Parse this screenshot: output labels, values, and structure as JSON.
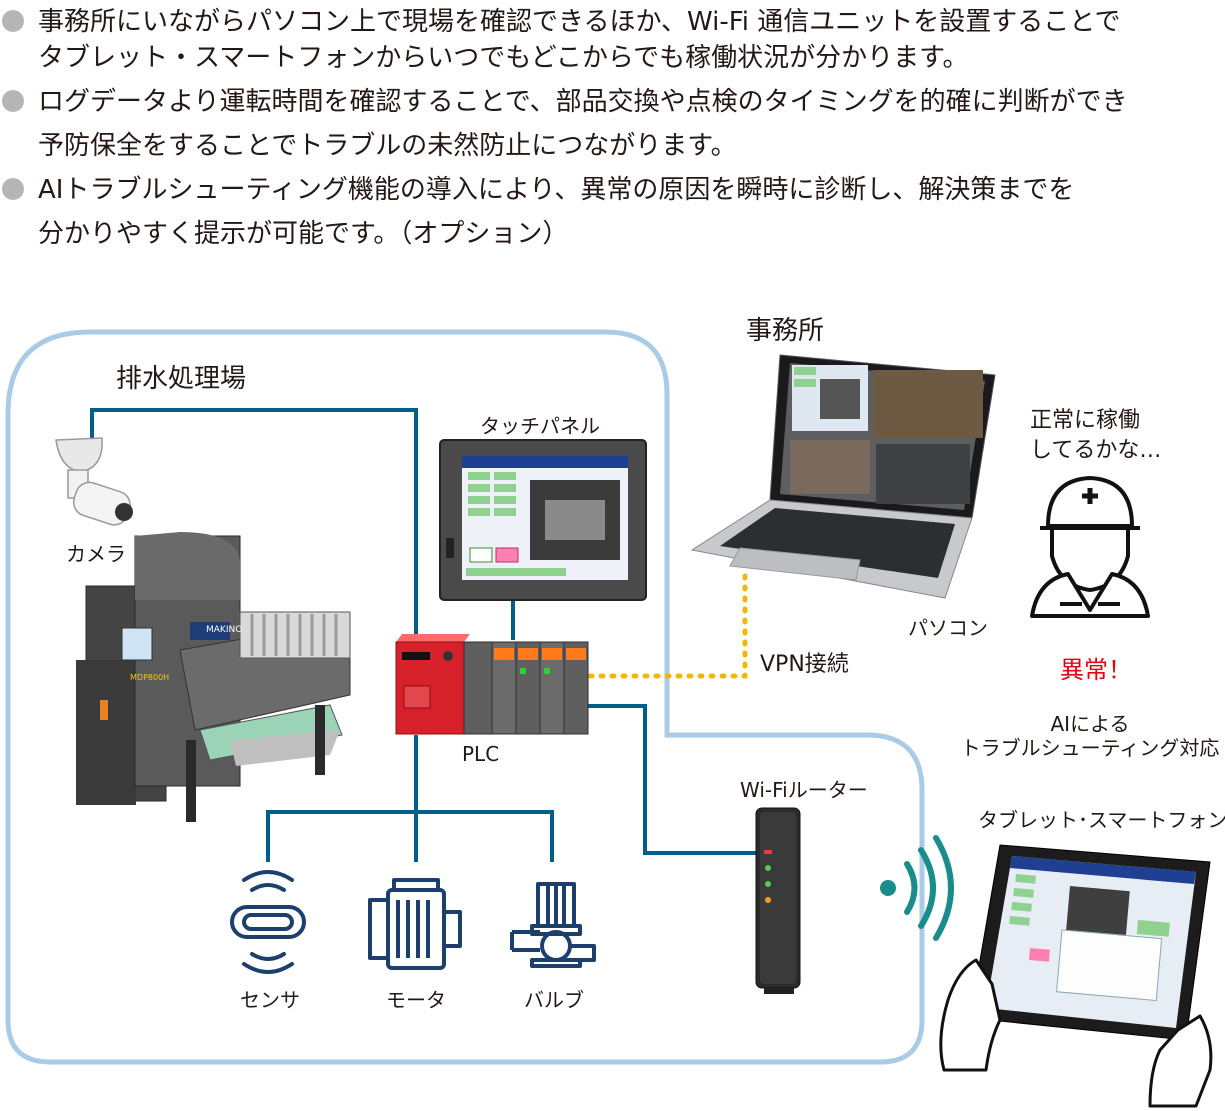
{
  "bullets": [
    {
      "line1": "事務所にいながらパソコン上で現場を確認できるほか、Wi-Fi 通信ユニットを設置することで",
      "line2": "タブレット・スマートフォンからいつでもどこからでも稼働状況が分かります。"
    },
    {
      "line1": "ログデータより運転時間を確認することで、部品交換や点検のタイミングを的確に判断ができ",
      "line2": "予防保全をすることでトラブルの未然防止につながります。"
    },
    {
      "line1": "AIトラブルシューティング機能の導入により、異常の原因を瞬時に診断し、解決策までを",
      "line2": "分かりやすく提示が可能です。（オプション）"
    }
  ],
  "diagram": {
    "site_label": "排水処理場",
    "office_label": "事務所",
    "camera_label": "カメラ",
    "touch_panel_label": "タッチパネル",
    "plc_label": "PLC",
    "sensor_label": "センサ",
    "motor_label": "モータ",
    "valve_label": "バルブ",
    "pc_label": "パソコン",
    "vpn_label": "VPN接続",
    "router_label": "Wi-Fiルーター",
    "tablet_label": "タブレット･スマートフォン",
    "thought_line1": "正常に稼働",
    "thought_line2": "してるかな…",
    "alert_label": "異常！",
    "ai_line1": "AIによる",
    "ai_line2": "トラブルシューティング対応",
    "machine_brand": "MAKINO",
    "machine_model": "MDP800H"
  },
  "colors": {
    "frame": "#a9cbe6",
    "wire": "#005e8a",
    "vpn_dots": "#f2b705",
    "wifi": "#1a8c8c",
    "icon": "#1c3f6e",
    "alert": "#e60012",
    "plc_red": "#d6202a"
  }
}
